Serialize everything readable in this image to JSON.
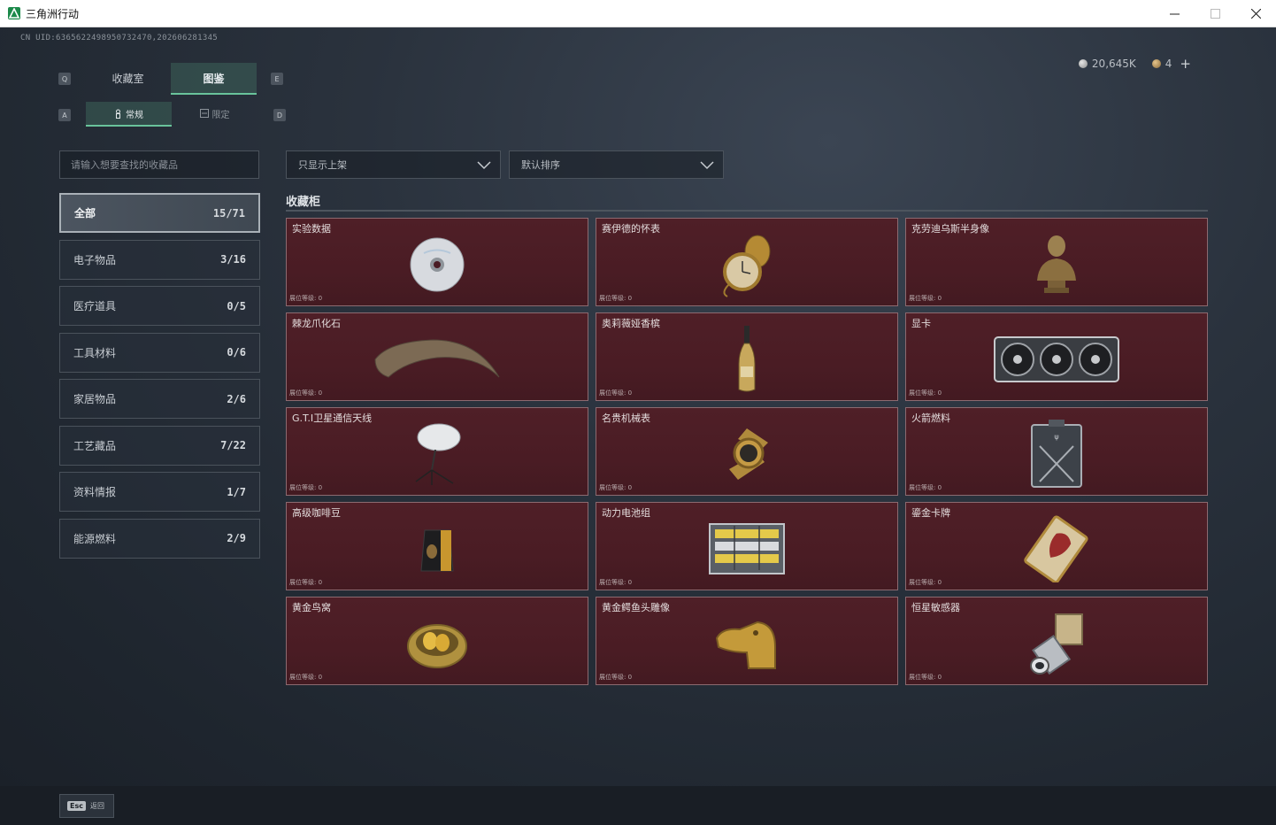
{
  "window": {
    "title": "三角洲行动"
  },
  "header": {
    "uid": "CN UID:6365622498950732470,202606281345",
    "currency_silver": "20,645K",
    "currency_gold": "4",
    "plus": "+"
  },
  "tabs": {
    "key_left": "Q",
    "key_right": "E",
    "main": [
      {
        "label": "收藏室",
        "active": false
      },
      {
        "label": "图鉴",
        "active": true
      }
    ],
    "sub_key_left": "A",
    "sub_key_right": "D",
    "sub": [
      {
        "label": "常规",
        "active": true
      },
      {
        "label": "限定",
        "active": false
      }
    ]
  },
  "search": {
    "placeholder": "请输入想要查找的收藏品"
  },
  "filters": {
    "shelf": "只显示上架",
    "sort": "默认排序"
  },
  "categories": [
    {
      "label": "全部",
      "count": "15/71",
      "active": true
    },
    {
      "label": "电子物品",
      "count": "3/16",
      "active": false
    },
    {
      "label": "医疗道具",
      "count": "0/5",
      "active": false
    },
    {
      "label": "工具材料",
      "count": "0/6",
      "active": false
    },
    {
      "label": "家居物品",
      "count": "2/6",
      "active": false
    },
    {
      "label": "工艺藏品",
      "count": "7/22",
      "active": false
    },
    {
      "label": "资料情报",
      "count": "1/7",
      "active": false
    },
    {
      "label": "能源燃料",
      "count": "2/9",
      "active": false
    }
  ],
  "cabinet": {
    "title": "收藏柜",
    "level_label": "展位等级: 0",
    "items": [
      {
        "name": "实验数据",
        "icon": "disc-icon"
      },
      {
        "name": "赛伊德的怀表",
        "icon": "pocket-watch-icon"
      },
      {
        "name": "克劳迪乌斯半身像",
        "icon": "bust-icon"
      },
      {
        "name": "棘龙爪化石",
        "icon": "claw-fossil-icon"
      },
      {
        "name": "奥莉薇娅香槟",
        "icon": "champagne-icon"
      },
      {
        "name": "显卡",
        "icon": "gpu-icon"
      },
      {
        "name": "G.T.I卫星通信天线",
        "icon": "satellite-dish-icon"
      },
      {
        "name": "名贵机械表",
        "icon": "wristwatch-icon"
      },
      {
        "name": "火箭燃料",
        "icon": "fuel-can-icon"
      },
      {
        "name": "高级咖啡豆",
        "icon": "coffee-bag-icon"
      },
      {
        "name": "动力电池组",
        "icon": "battery-pack-icon"
      },
      {
        "name": "鎏金卡牌",
        "icon": "gold-card-icon"
      },
      {
        "name": "黄金鸟窝",
        "icon": "golden-nest-icon"
      },
      {
        "name": "黄金鳄鱼头雕像",
        "icon": "crocodile-head-icon"
      },
      {
        "name": "恒星敏感器",
        "icon": "star-sensor-icon"
      }
    ]
  },
  "footer": {
    "esc_key": "Esc",
    "back_label": "返回"
  }
}
